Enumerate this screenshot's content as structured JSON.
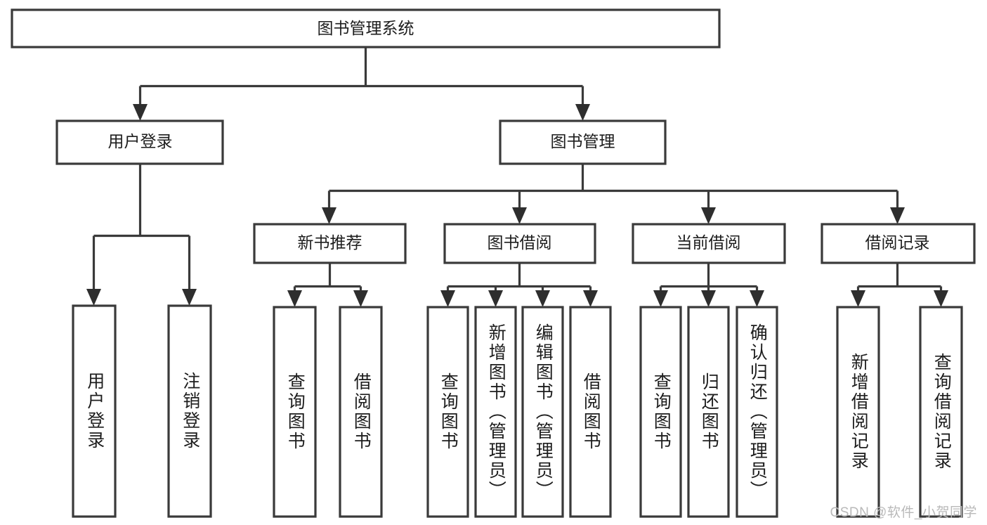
{
  "diagram": {
    "type": "tree-hierarchy",
    "title": "图书管理系统",
    "orientation": "top-down",
    "colors": {
      "box_stroke": "#3a3a3a",
      "box_fill": "#ffffff",
      "connector": "#3a3a3a",
      "arrow": "#2e2e2e",
      "text": "#1d1d1d",
      "watermark": "#b9b9b9",
      "background": "#ffffff"
    },
    "root": {
      "label": "图书管理系统"
    },
    "level2": [
      {
        "label": "用户登录"
      },
      {
        "label": "图书管理"
      }
    ],
    "level3": [
      {
        "label": "新书推荐"
      },
      {
        "label": "图书借阅"
      },
      {
        "label": "当前借阅"
      },
      {
        "label": "借阅记录"
      }
    ],
    "leaves": {
      "user_login": [
        {
          "label": "用户登录"
        },
        {
          "label": "注销登录"
        }
      ],
      "new_book_recommend": [
        {
          "label": "查询图书"
        },
        {
          "label": "借阅图书"
        }
      ],
      "book_borrow": [
        {
          "label": "查询图书"
        },
        {
          "label": "新增图书（管理员）"
        },
        {
          "label": "编辑图书（管理员）"
        },
        {
          "label": "借阅图书"
        }
      ],
      "current_borrow": [
        {
          "label": "查询图书"
        },
        {
          "label": "归还图书"
        },
        {
          "label": "确认归还（管理员）"
        }
      ],
      "borrow_records": [
        {
          "label": "新增借阅记录"
        },
        {
          "label": "查询借阅记录"
        }
      ]
    },
    "watermark": "CSDN @软件_小贺同学"
  }
}
